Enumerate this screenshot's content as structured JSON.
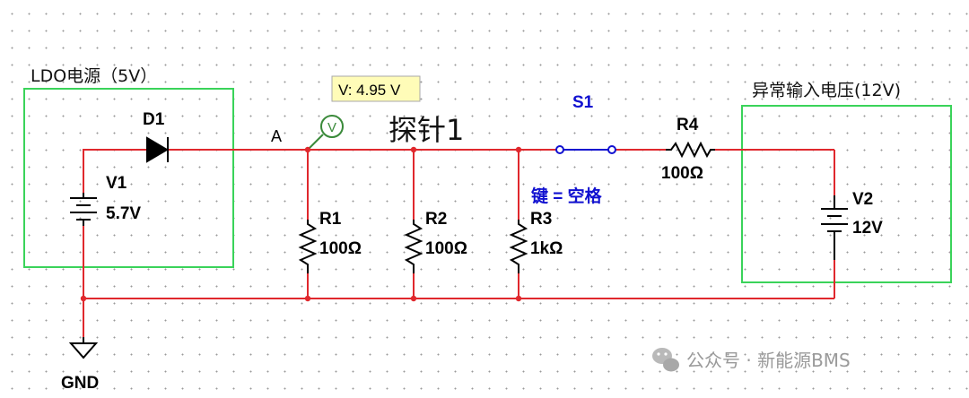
{
  "labels": {
    "ldo_box": "LDO电源（5V）",
    "abnormal_box": "异常输入电压(12V)",
    "node_a": "A",
    "probe_readout": "V: 4.95 V",
    "probe_icon": "V",
    "probe_name": "探针1",
    "gnd": "GND",
    "key_hint": "键 = 空格"
  },
  "components": {
    "d1": {
      "ref": "D1"
    },
    "v1": {
      "ref": "V1",
      "value": "5.7V"
    },
    "v2": {
      "ref": "V2",
      "value": "12V"
    },
    "r1": {
      "ref": "R1",
      "value": "100Ω"
    },
    "r2": {
      "ref": "R2",
      "value": "100Ω"
    },
    "r3": {
      "ref": "R3",
      "value": "1kΩ"
    },
    "r4": {
      "ref": "R4",
      "value": "100Ω"
    },
    "s1": {
      "ref": "S1"
    }
  },
  "watermark": {
    "text": "公众号 · 新能源BMS"
  },
  "colors": {
    "wire": "#e0282d",
    "component": "#000000",
    "box": "#3ad35a",
    "switch_label": "#1010d0",
    "probe": "#3a8a3a",
    "tooltip_bg": "#fffcb8"
  }
}
